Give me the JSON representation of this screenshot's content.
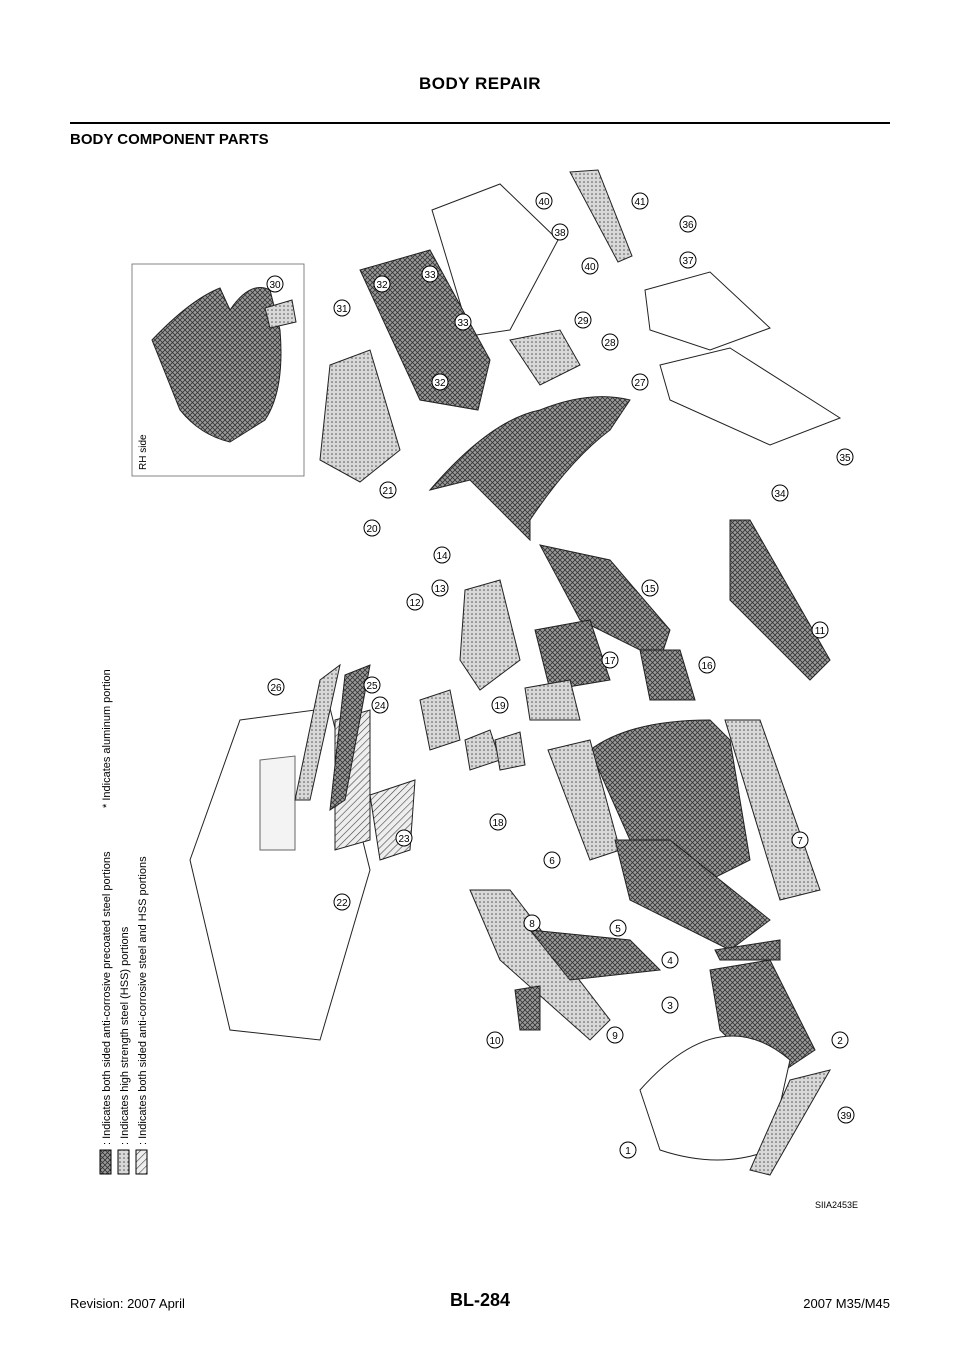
{
  "header": {
    "title": "BODY REPAIR"
  },
  "section": {
    "title": "BODY COMPONENT PARTS"
  },
  "diagram": {
    "code": "SIIA2453E",
    "inset_label": "RH side",
    "legend": [
      ": Indicates both sided anti-corrosive precoated steel portions",
      ": Indicates high strength steel (HSS) portions",
      ": Indicates both sided anti-corrosive steel and HSS portions"
    ],
    "aluminum_note": "* Indicates aluminum portion",
    "callouts": [
      "1",
      "2",
      "3",
      "4",
      "5",
      "6",
      "7",
      "8",
      "9",
      "10",
      "11",
      "12",
      "13",
      "14",
      "15",
      "16",
      "17",
      "18",
      "19",
      "20",
      "21",
      "22",
      "23",
      "24",
      "25",
      "26",
      "27",
      "28",
      "29",
      "30",
      "31",
      "32",
      "32",
      "33",
      "33",
      "34",
      "35",
      "36",
      "37",
      "38",
      "39",
      "40",
      "40",
      "41"
    ]
  },
  "footer": {
    "revision": "Revision: 2007 April",
    "page": "BL-284",
    "model": "2007 M35/M45"
  }
}
